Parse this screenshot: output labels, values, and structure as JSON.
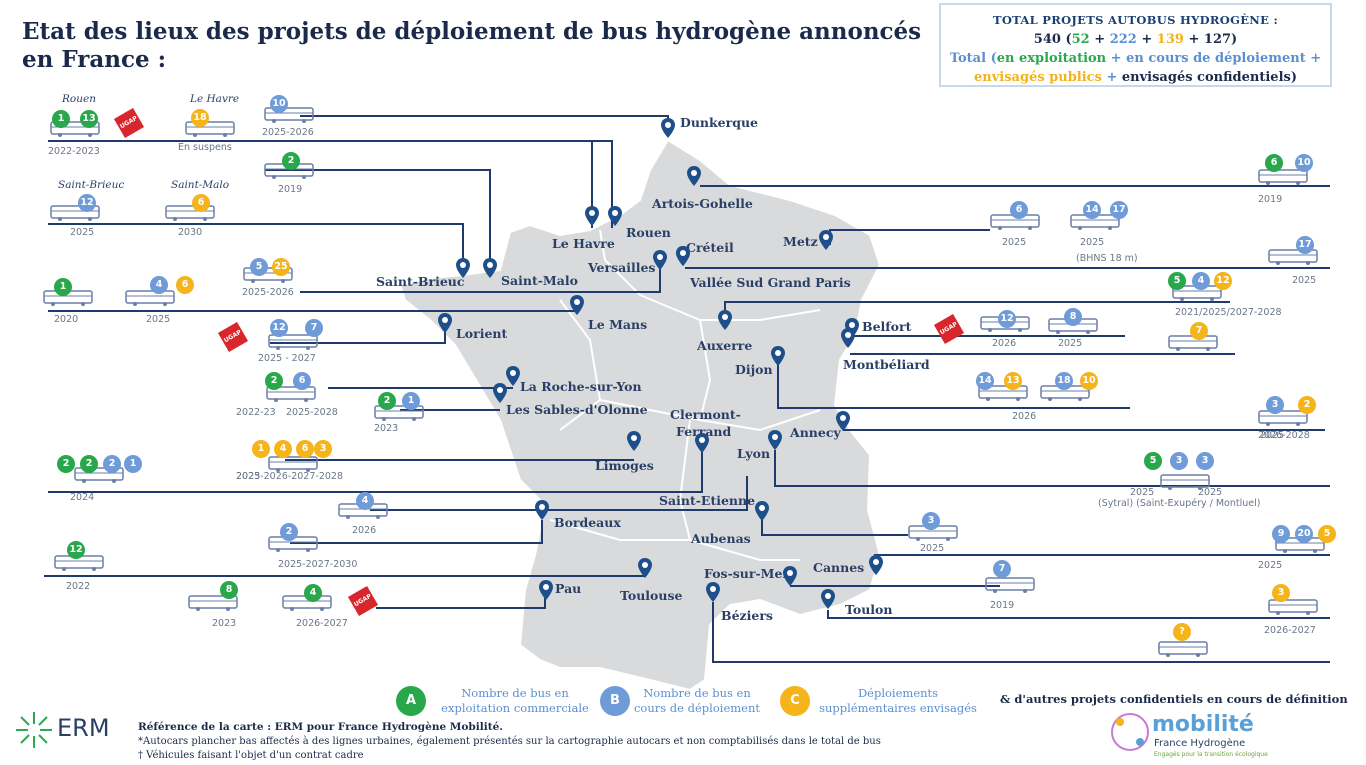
{
  "title": "Etat des lieux des projets de déploiement de bus hydrogène annoncés en France :",
  "total": {
    "header": "TOTAL PROJETS AUTOBUS HYDROGÈNE :",
    "sum": "540",
    "a": "52",
    "b": "222",
    "c": "139",
    "d": "127",
    "label_total": "Total (",
    "label_a": "en exploitation",
    "label_b": "en cours de déploiement",
    "label_c": "envisagés publics",
    "label_d": "envisagés confidentiels",
    "plus": "+"
  },
  "colors": {
    "A": "#28a84a",
    "B": "#6f9bd8",
    "C": "#f4b41a",
    "map": "#d9dadc",
    "line": "#1f3a6b"
  },
  "cities": [
    "Dunkerque",
    "Artois-Gohelle",
    "Le Havre",
    "Rouen",
    "Créteil",
    "Metz",
    "Versailles",
    "Vallée Sud Grand Paris",
    "Saint-Brieuc",
    "Saint-Malo",
    "Le Mans",
    "Lorient",
    "Belfort",
    "Auxerre",
    "Montbéliard",
    "Dijon",
    "La Roche-sur-Yon",
    "Les Sables-d'Olonne",
    "Clermont-",
    "Ferrand",
    "Annecy",
    "Lyon",
    "Limoges",
    "Saint-Etienne",
    "Bordeaux",
    "Aubenas",
    "Cannes",
    "Fos-sur-Mer",
    "Pau",
    "Toulouse",
    "Toulon",
    "Béziers"
  ],
  "italic_labels": [
    "Rouen",
    "Le Havre",
    "Saint-Brieuc",
    "Saint-Malo"
  ],
  "badges": [
    "1",
    "13",
    "18",
    "10",
    "2",
    "12",
    "6",
    "6",
    "10",
    "6",
    "14",
    "17",
    "17",
    "5",
    "25",
    "1",
    "4",
    "6",
    "5",
    "4",
    "12",
    "12",
    "7",
    "12",
    "8",
    "7",
    "2",
    "6",
    "14",
    "13",
    "18",
    "10",
    "2",
    "1",
    "3",
    "2",
    "1",
    "4",
    "6",
    "3",
    "5",
    "3",
    "3",
    "2",
    "2",
    "2",
    "1",
    "4",
    "3",
    "2",
    "12",
    "9",
    "20",
    "5",
    "3",
    "7",
    "8",
    "4",
    "?"
  ],
  "years": [
    "2022-2023",
    "En suspens",
    "2025-2026",
    "2019",
    "2025",
    "2030",
    "2019",
    "2025",
    "2025",
    "2026-2027",
    "(BHNS 18 m)",
    "2025",
    "2025-2026",
    "2020",
    "2025",
    "2021/2025/2027-2028",
    "2025 - 2027",
    "2026",
    "2025",
    "2022-23",
    "2025-2028",
    "2023",
    "2026",
    "2026-2028",
    "2025",
    "2026",
    "2025-2026-2027-2028",
    "2024",
    "2025",
    "2023",
    "2025",
    "2025",
    "(Sytral) (Saint-Exupéry / Montluel)",
    "2026",
    "2025",
    "2025-2027-2030",
    "2022",
    "2025",
    "2019",
    "2023",
    "2026-2027"
  ],
  "ugap": "UGAP",
  "legend": {
    "A": {
      "letter": "A",
      "text": "Nombre de bus en exploitation commerciale"
    },
    "B": {
      "letter": "B",
      "text": "Nombre de bus en cours de déploiement"
    },
    "C": {
      "letter": "C",
      "text": "Déploiements supplémentaires envisagés"
    }
  },
  "others": "& d'autres projets confidentiels en cours de définition",
  "reference": {
    "line1": "Référence de la carte : ERM pour France Hydrogène Mobilité.",
    "line2": "*Autocars plancher bas affectés à des lignes urbaines, également présentés sur la cartographie autocars et non comptabilisés dans le total de bus",
    "line3": "† Véhicules faisant l'objet d'un contrat cadre"
  },
  "erm": "ERM",
  "mobilite": {
    "name": "mobilité",
    "sub": "France Hydrogène",
    "tag": "Engagés pour la transition écologique"
  }
}
